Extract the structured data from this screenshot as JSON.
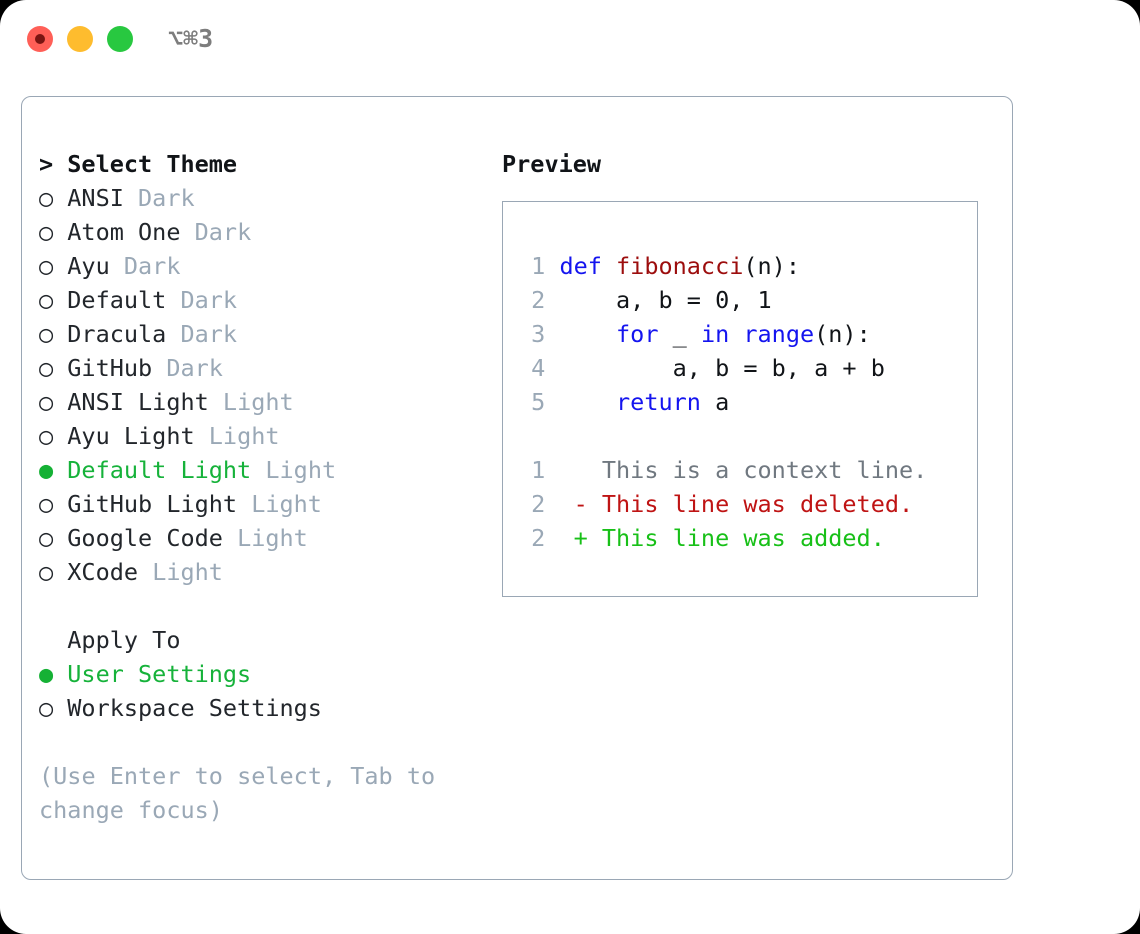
{
  "titlebar": {
    "shortcut": "⌥⌘3",
    "buttons": [
      {
        "name": "close",
        "color": "#ff5f57"
      },
      {
        "name": "minimize",
        "color": "#febc2e"
      },
      {
        "name": "maximize",
        "color": "#28c840"
      }
    ]
  },
  "theme_panel": {
    "header": "Select Theme",
    "header_prefix": "> ",
    "marker_unselected": "○ ",
    "marker_selected": "● ",
    "items": [
      {
        "label": "ANSI",
        "badge": "Dark",
        "selected": false
      },
      {
        "label": "Atom One",
        "badge": "Dark",
        "selected": false
      },
      {
        "label": "Ayu",
        "badge": "Dark",
        "selected": false
      },
      {
        "label": "Default",
        "badge": "Dark",
        "selected": false
      },
      {
        "label": "Dracula",
        "badge": "Dark",
        "selected": false
      },
      {
        "label": "GitHub",
        "badge": "Dark",
        "selected": false
      },
      {
        "label": "ANSI Light",
        "badge": "Light",
        "selected": false
      },
      {
        "label": "Ayu Light",
        "badge": "Light",
        "selected": false
      },
      {
        "label": "Default Light",
        "badge": "Light",
        "selected": true
      },
      {
        "label": "GitHub Light",
        "badge": "Light",
        "selected": false
      },
      {
        "label": "Google Code",
        "badge": "Light",
        "selected": false
      },
      {
        "label": "XCode",
        "badge": "Light",
        "selected": false
      }
    ]
  },
  "apply_to": {
    "header": "Apply To",
    "header_prefix": "  ",
    "items": [
      {
        "label": "User Settings",
        "selected": true
      },
      {
        "label": "Workspace Settings",
        "selected": false
      }
    ]
  },
  "hint": "(Use Enter to select, Tab to change focus)",
  "preview": {
    "title": "Preview",
    "code_lines": [
      {
        "lno": "1",
        "tokens": [
          {
            "t": "def ",
            "c": "kw"
          },
          {
            "t": "fibonacci",
            "c": "fn"
          },
          {
            "t": "(n):",
            "c": "pl"
          }
        ]
      },
      {
        "lno": "2",
        "tokens": [
          {
            "t": "    a, b = 0, 1",
            "c": "pl"
          }
        ]
      },
      {
        "lno": "3",
        "tokens": [
          {
            "t": "    ",
            "c": "pl"
          },
          {
            "t": "for",
            "c": "kw"
          },
          {
            "t": " _ ",
            "c": "pl"
          },
          {
            "t": "in",
            "c": "kw"
          },
          {
            "t": " ",
            "c": "pl"
          },
          {
            "t": "range",
            "c": "kw"
          },
          {
            "t": "(n):",
            "c": "pl"
          }
        ]
      },
      {
        "lno": "4",
        "tokens": [
          {
            "t": "        a, b = b, a + b",
            "c": "pl"
          }
        ]
      },
      {
        "lno": "5",
        "tokens": [
          {
            "t": "    ",
            "c": "pl"
          },
          {
            "t": "return",
            "c": "kw"
          },
          {
            "t": " a",
            "c": "pl"
          }
        ]
      }
    ],
    "diff_lines": [
      {
        "lno": "1",
        "tokens": [
          {
            "t": "   This is a context line.",
            "c": "ctx"
          }
        ]
      },
      {
        "lno": "2",
        "tokens": [
          {
            "t": " - This line was deleted.",
            "c": "del"
          }
        ]
      },
      {
        "lno": "2",
        "tokens": [
          {
            "t": " + This line was added.",
            "c": "add"
          }
        ]
      }
    ]
  },
  "colors": {
    "accent_green": "#16b23a",
    "badge_gray": "#9aa8b6",
    "border": "#9aa7b5",
    "keyword_blue": "#1414ef",
    "function_red": "#9c0d0d",
    "diff_added": "#18c018",
    "diff_deleted": "#bf1414"
  }
}
